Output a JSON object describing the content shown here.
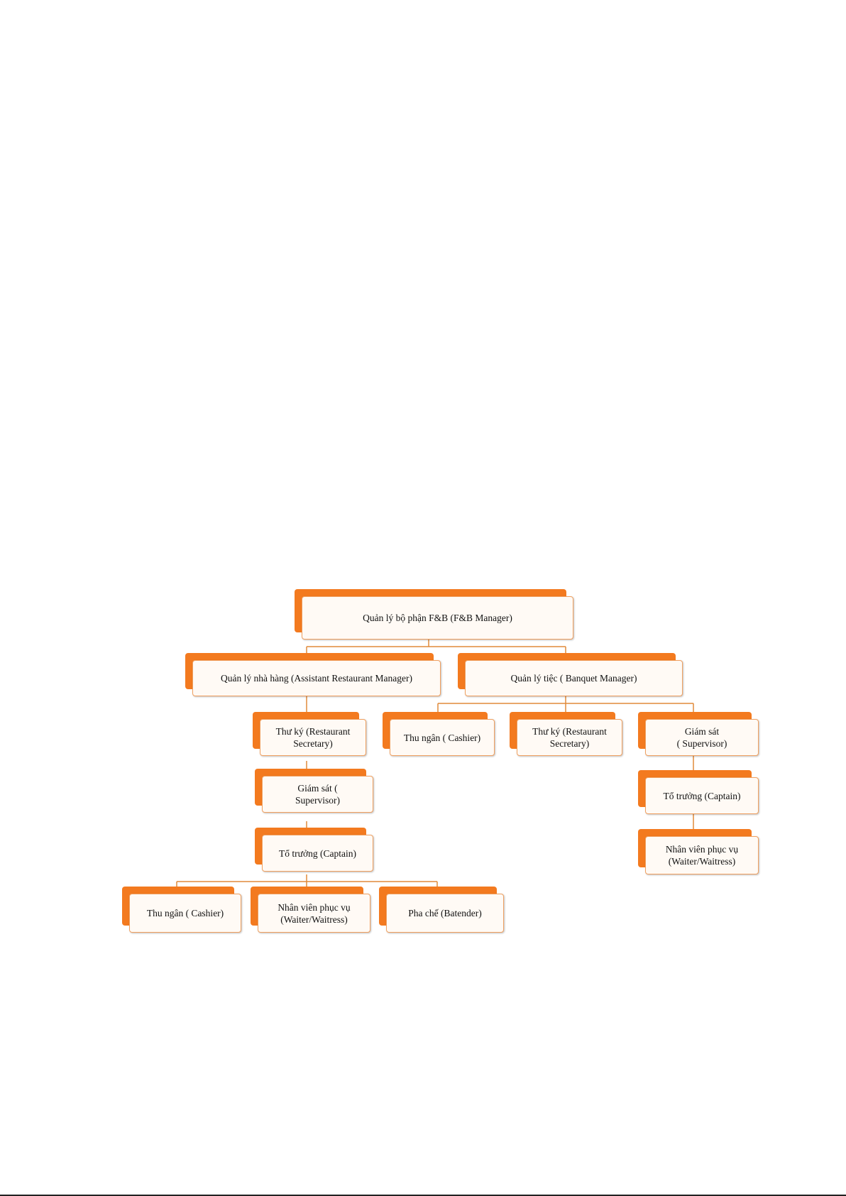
{
  "colors": {
    "accent": "#f37a1f",
    "box_fill": "#fffaf5",
    "box_border": "#f0a060",
    "line": "#e08a3a"
  },
  "nodes": {
    "fb_manager": "Quản lý bộ phận F&B (F&B Manager)",
    "restaurant_manager": "Quản lý nhà hàng (Assistant Restaurant Manager)",
    "banquet_manager": "Quản lý tiệc ( Banquet Manager)",
    "restaurant_secretary": "Thư ký (Restaurant\nSecretary)",
    "restaurant_supervisor": "Giám sát (\nSupervisor)",
    "restaurant_captain": "Tổ trưởng (Captain)",
    "restaurant_cashier": "Thu ngân ( Cashier)",
    "restaurant_waiter": "Nhân viên phục vụ\n(Waiter/Waitress)",
    "bartender": "Pha chế (Batender)",
    "banquet_cashier": "Thu ngân ( Cashier)",
    "banquet_secretary": "Thư ký (Restaurant\nSecretary)",
    "banquet_supervisor": "Giám sát\n( Supervisor)",
    "banquet_captain": "Tổ trưởng (Captain)",
    "banquet_waiter": "Nhân viên phục vụ\n(Waiter/Waitress)"
  }
}
